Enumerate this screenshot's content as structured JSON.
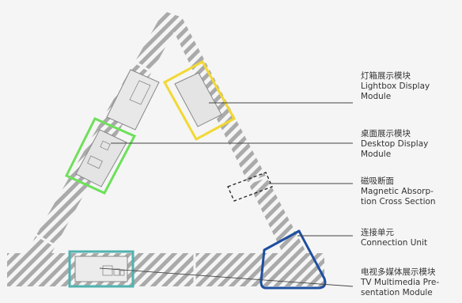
{
  "labels": [
    {
      "zh": "灯箱展示模块",
      "en": [
        "Lightbox Display",
        "Module"
      ]
    },
    {
      "zh": "桌面展示模块",
      "en": [
        "Desktop Display",
        "Module"
      ]
    },
    {
      "zh": "磁吸断面",
      "en": [
        "Magnetic Absorp-",
        "tion Cross Section"
      ]
    },
    {
      "zh": "连接单元",
      "en": [
        "Connection Unit"
      ]
    },
    {
      "zh": "电视多媒体展示模块",
      "en": [
        "TV Multimedia Pre-",
        "sentation Module"
      ]
    }
  ],
  "colors": {
    "background": "#f5f5f5",
    "stripe": "#aaaaaa",
    "lightbox_outline": "#f2d833",
    "desktop_outline": "#6ee05a",
    "tv_outline": "#4fb3b0",
    "connection_outline": "#1e4fa0",
    "section_outline": "#222222",
    "leader": "#444444",
    "text": "#333333"
  }
}
